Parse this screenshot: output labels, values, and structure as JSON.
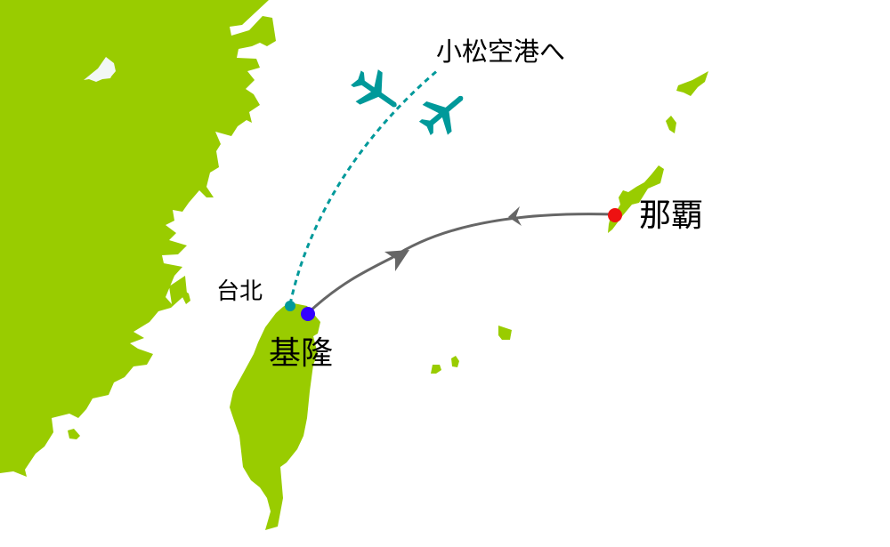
{
  "map": {
    "colors": {
      "land": "#99cc00",
      "lake": "#f2f7f5",
      "sea": "#ffffff",
      "airplane": "#00999a",
      "flight_route": "#00999a",
      "sea_route": "#666666",
      "taipei_marker": "#00999a",
      "keelung_marker": "#3300ff",
      "naha_marker": "#ee1111"
    },
    "labels": {
      "komatsu": "小松空港へ",
      "taipei": "台北",
      "keelung": "基隆",
      "naha": "那覇"
    },
    "routes": [
      {
        "name": "flight-route",
        "from": "台北",
        "to": "小松空港へ",
        "style": "dotted"
      },
      {
        "name": "sea-route",
        "from": "那覇",
        "to": "基隆",
        "style": "solid-arrows"
      }
    ],
    "icons": [
      "airplane-icon",
      "airplane-icon"
    ]
  }
}
